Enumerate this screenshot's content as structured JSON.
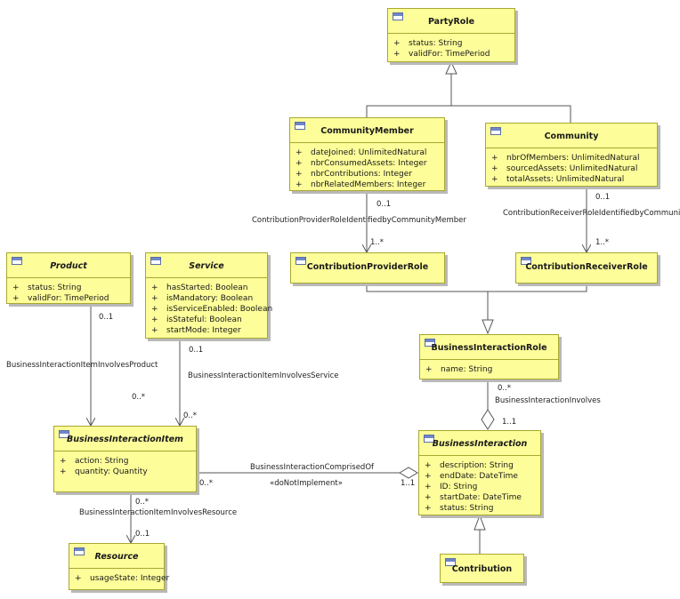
{
  "classes": [
    {
      "key": "partyrole",
      "name": "PartyRole",
      "abstract": false,
      "attributes": [
        {
          "vis": "+",
          "text": "status: String"
        },
        {
          "vis": "+",
          "text": "validFor: TimePeriod"
        }
      ]
    },
    {
      "key": "communitymember",
      "name": "CommunityMember",
      "abstract": false,
      "attributes": [
        {
          "vis": "+",
          "text": "dateJoined: UnlimitedNatural"
        },
        {
          "vis": "+",
          "text": "nbrConsumedAssets: Integer"
        },
        {
          "vis": "+",
          "text": "nbrContributions: Integer"
        },
        {
          "vis": "+",
          "text": "nbrRelatedMembers: Integer"
        }
      ]
    },
    {
      "key": "community",
      "name": "Community",
      "abstract": false,
      "attributes": [
        {
          "vis": "+",
          "text": "nbrOfMembers: UnlimitedNatural"
        },
        {
          "vis": "+",
          "text": "sourcedAssets: UnlimitedNatural"
        },
        {
          "vis": "+",
          "text": "totalAssets: UnlimitedNatural"
        }
      ]
    },
    {
      "key": "contributionproviderrole",
      "name": "ContributionProviderRole",
      "abstract": false,
      "attributes": []
    },
    {
      "key": "contributionreceiverrole",
      "name": "ContributionReceiverRole",
      "abstract": false,
      "attributes": []
    },
    {
      "key": "product",
      "name": "Product",
      "abstract": true,
      "attributes": [
        {
          "vis": "+",
          "text": "status: String"
        },
        {
          "vis": "+",
          "text": "validFor: TimePeriod"
        }
      ]
    },
    {
      "key": "service",
      "name": "Service",
      "abstract": true,
      "attributes": [
        {
          "vis": "+",
          "text": "hasStarted: Boolean"
        },
        {
          "vis": "+",
          "text": "isMandatory: Boolean"
        },
        {
          "vis": "+",
          "text": "isServiceEnabled: Boolean"
        },
        {
          "vis": "+",
          "text": "isStateful: Boolean"
        },
        {
          "vis": "+",
          "text": "startMode: Integer"
        }
      ]
    },
    {
      "key": "businessinteractionrole",
      "name": "BusinessInteractionRole",
      "abstract": false,
      "attributes": [
        {
          "vis": "+",
          "text": "name: String"
        }
      ]
    },
    {
      "key": "businessinteractionitem",
      "name": "BusinessInteractionItem",
      "abstract": true,
      "attributes": [
        {
          "vis": "+",
          "text": "action: String"
        },
        {
          "vis": "+",
          "text": "quantity: Quantity"
        }
      ]
    },
    {
      "key": "businessinteraction",
      "name": "BusinessInteraction",
      "abstract": true,
      "attributes": [
        {
          "vis": "+",
          "text": "description: String"
        },
        {
          "vis": "+",
          "text": "endDate: DateTime"
        },
        {
          "vis": "+",
          "text": "ID: String"
        },
        {
          "vis": "+",
          "text": "startDate: DateTime"
        },
        {
          "vis": "+",
          "text": "status: String"
        }
      ]
    },
    {
      "key": "resource",
      "name": "Resource",
      "abstract": true,
      "attributes": [
        {
          "vis": "+",
          "text": "usageState: Integer"
        }
      ]
    },
    {
      "key": "contribution",
      "name": "Contribution",
      "abstract": false,
      "attributes": []
    }
  ],
  "associations": {
    "provider_assoc_name": "ContributionProviderRoleIdentifiedbyCommunityMember",
    "provider_mult_member": "0..1",
    "provider_mult_role": "1..*",
    "receiver_assoc_name": "ContributionReceiverRoleIdentifiedbyCommunity",
    "receiver_mult_community": "0..1",
    "receiver_mult_role": "1..*",
    "product_assoc_name": "BusinessInteractionItemInvolvesProduct",
    "product_mult_product": "0..1",
    "product_mult_item": "0..*",
    "service_assoc_name": "BusinessInteractionItemInvolvesService",
    "service_mult_service": "0..1",
    "service_mult_item": "0..*",
    "involves_assoc_name": "BusinessInteractionInvolves",
    "involves_mult_role": "0..*",
    "involves_mult_interaction": "1..1",
    "comprised_assoc_name": "BusinessInteractionComprisedOf",
    "comprised_stereotype": "«doNotImplement»",
    "comprised_mult_item": "0..*",
    "comprised_mult_interaction": "1..1",
    "resource_assoc_name": "BusinessInteractionItemInvolvesResource",
    "resource_mult_item": "0..*",
    "resource_mult_resource": "0..1"
  },
  "colors": {
    "class_fill": "#fdfd9a",
    "class_border": "#a8a830",
    "line": "#555555"
  }
}
